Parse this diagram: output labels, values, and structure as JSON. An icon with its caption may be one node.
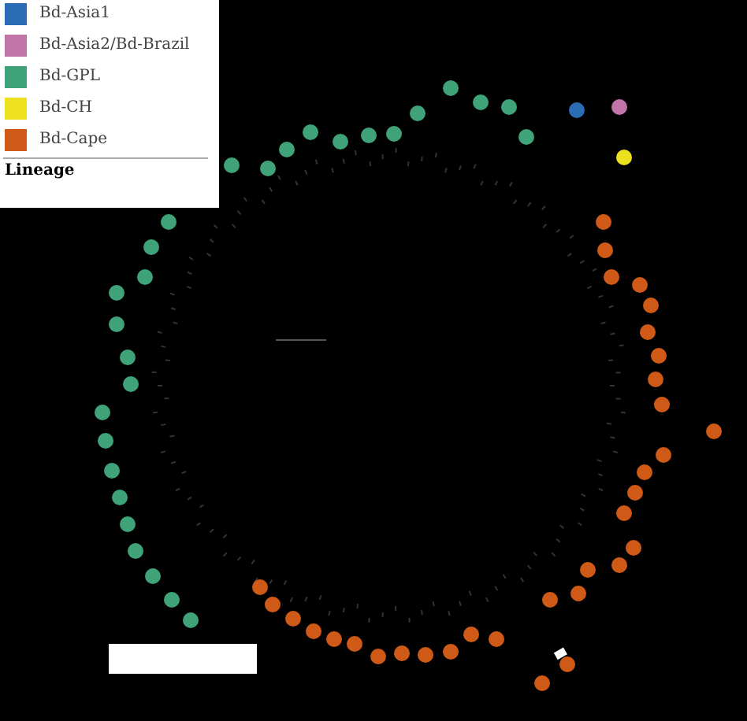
{
  "diagram": {
    "labels": [
      "Lineage"
    ],
    "legend": [
      {
        "text": "Bd-Asia1",
        "color": "#2a6db5"
      },
      {
        "text": "Bd-Asia2/Bd-Brazil",
        "color": "#c174a8"
      },
      {
        "text": "Bd-GPL",
        "color": "#3fa278"
      },
      {
        "text": "Bd-CH",
        "color": "#ece01f"
      },
      {
        "text": "Bd-Cape",
        "color": "#cf5a17"
      }
    ]
  }
}
